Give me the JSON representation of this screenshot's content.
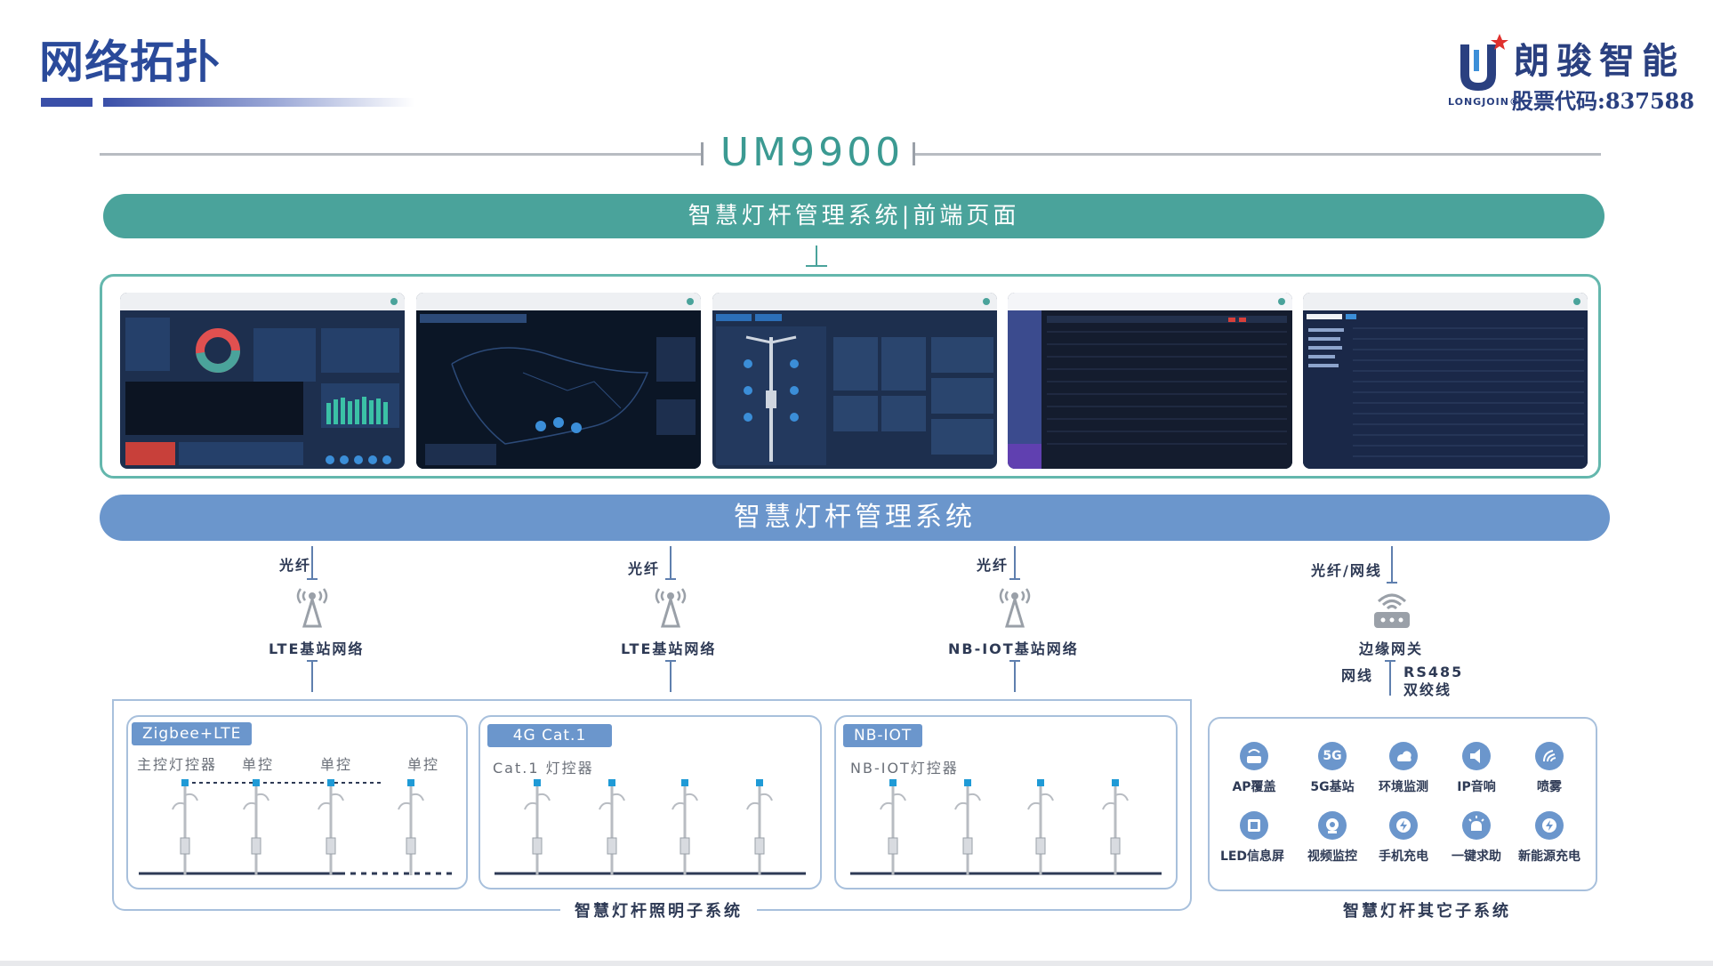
{
  "title": "网络拓扑",
  "logo": {
    "name": "朗骏智能",
    "latin": "LONGJOIN®",
    "stock": "股票代码:837588"
  },
  "um_title": "UM9900",
  "front_pill": "智慧灯杆管理系统|前端页面",
  "mgmt_pill": "智慧灯杆管理系统",
  "networks": [
    {
      "link": "光纤",
      "name": "LTE基站网络"
    },
    {
      "link": "光纤",
      "name": "LTE基站网络"
    },
    {
      "link": "光纤",
      "name": "NB-IOT基站网络"
    },
    {
      "link": "光纤/网线",
      "name": "边缘网关"
    }
  ],
  "gateway_links": {
    "left": "网线",
    "right": "RS485\n双绞线"
  },
  "subsystems": [
    {
      "tag": "Zigbee+LTE",
      "labels": [
        "主控灯控器",
        "单控",
        "单控",
        "单控"
      ]
    },
    {
      "tag": "4G Cat.1",
      "labels": [
        "Cat.1 灯控器"
      ]
    },
    {
      "tag": "NB-IOT",
      "labels": [
        "NB-IOT灯控器"
      ]
    }
  ],
  "lighting_caption": "智慧灯杆照明子系统",
  "other_caption": "智慧灯杆其它子系统",
  "features": [
    {
      "label": "AP覆盖",
      "icon": "router-icon"
    },
    {
      "label": "5G基站",
      "icon": "5g-icon"
    },
    {
      "label": "环境监测",
      "icon": "weather-icon"
    },
    {
      "label": "IP音响",
      "icon": "speaker-icon"
    },
    {
      "label": "喷雾",
      "icon": "spray-icon"
    },
    {
      "label": "LED信息屏",
      "icon": "led-screen-icon"
    },
    {
      "label": "视频监控",
      "icon": "camera-icon"
    },
    {
      "label": "手机充电",
      "icon": "charging-icon"
    },
    {
      "label": "一键求助",
      "icon": "alarm-icon"
    },
    {
      "label": "新能源充电",
      "icon": "ev-charging-icon"
    }
  ],
  "feature_5g_text": "5G",
  "colors": {
    "teal": "#4aa39b",
    "blue": "#6b96cc",
    "navy": "#2a4a9a",
    "led": "#1f9ad6"
  }
}
